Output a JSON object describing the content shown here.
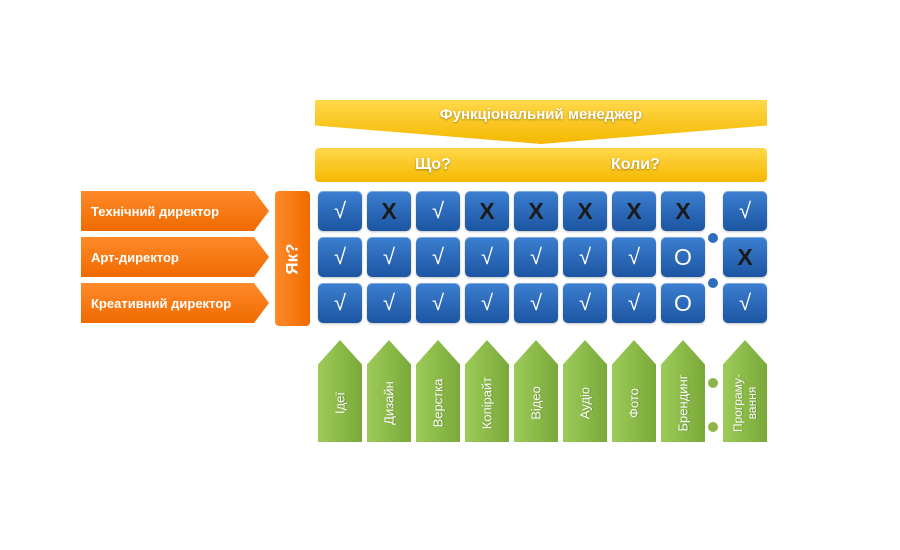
{
  "header": {
    "title": "Функціональний менеджер"
  },
  "questions": {
    "what": "Що?",
    "when": "Коли?",
    "how": "Як?"
  },
  "roles": [
    {
      "label": "Технічний директор"
    },
    {
      "label": "Арт-директор"
    },
    {
      "label": "Креативний директор"
    }
  ],
  "activities": [
    {
      "label": "Ідеї"
    },
    {
      "label": "Дизайн"
    },
    {
      "label": "Верстка"
    },
    {
      "label": "Копірайт"
    },
    {
      "label": "Відео"
    },
    {
      "label": "Аудіо"
    },
    {
      "label": "Фото"
    },
    {
      "label": "Брендинг"
    },
    {
      "label": "Програму-вання"
    }
  ],
  "matrix": [
    [
      "√",
      "X",
      "√",
      "X",
      "X",
      "X",
      "X",
      "X",
      "√"
    ],
    [
      "√",
      "√",
      "√",
      "√",
      "√",
      "√",
      "√",
      "O",
      "X"
    ],
    [
      "√",
      "√",
      "√",
      "√",
      "√",
      "√",
      "√",
      "O",
      "√"
    ]
  ],
  "colors": {
    "yellow": "#f5b800",
    "orange": "#f06a00",
    "blue": "#1c55a2",
    "green": "#7aa93a"
  }
}
